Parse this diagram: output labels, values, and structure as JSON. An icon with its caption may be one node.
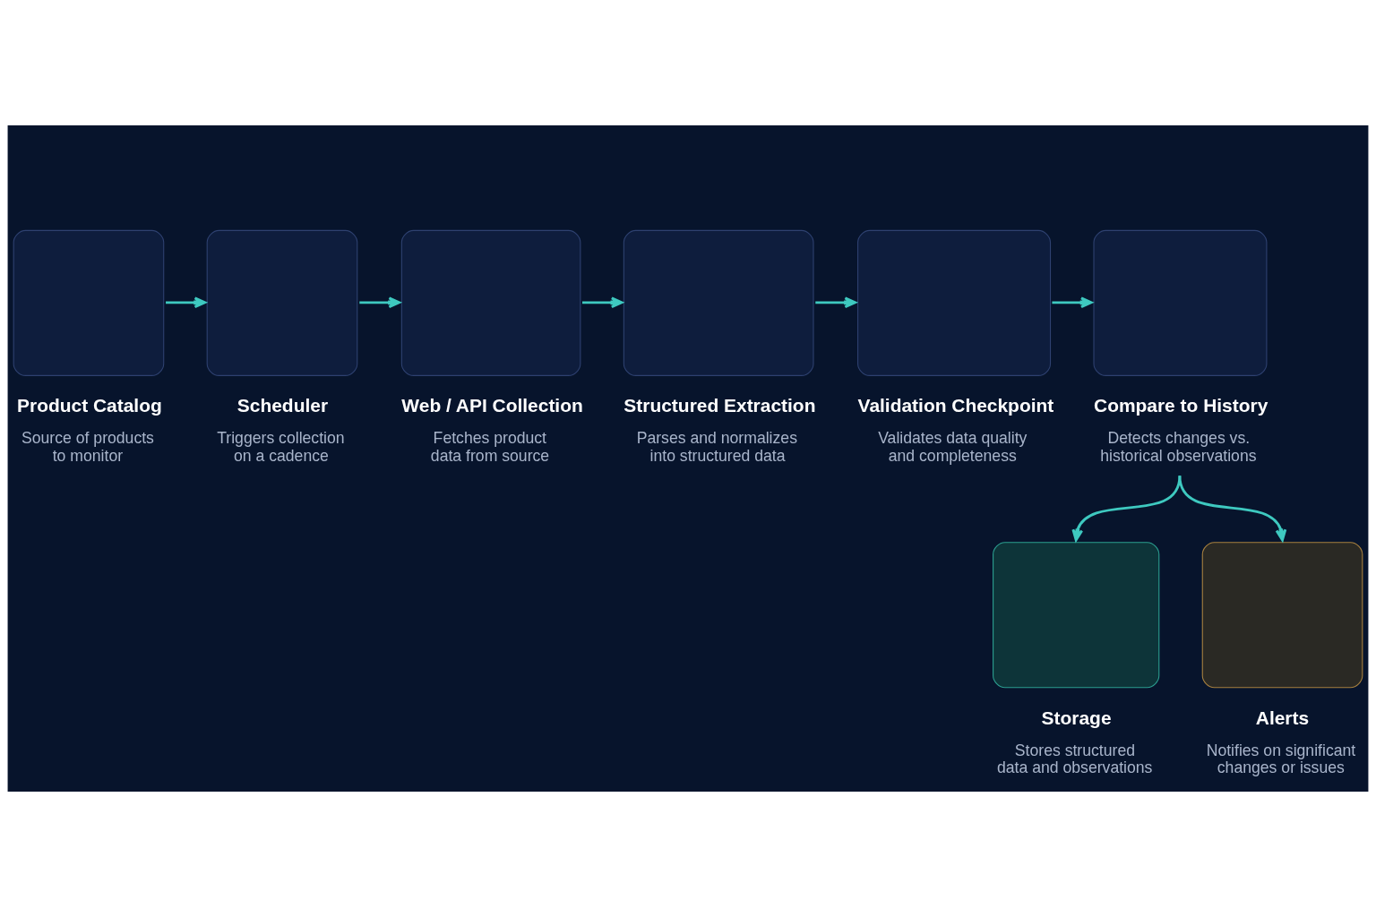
{
  "diagram": {
    "nodes": [
      {
        "text": [
          "Product Catalog",
          "Source of products to monitor"
        ]
      },
      {
        "text": [
          "Scheduler",
          "Triggers collection on a cadence"
        ]
      },
      {
        "text": [
          "Web / API Collection",
          "Fetches product data from source"
        ]
      },
      {
        "text": [
          "Structured Extraction",
          "Parses and normalizes into structured data"
        ]
      },
      {
        "text": [
          "Validation Checkpoint",
          "Validates data quality and completeness"
        ]
      },
      {
        "text": [
          "Compare to History",
          "Detects changes vs. historical observations"
        ]
      },
      {
        "text": [
          "Storage",
          "Stores structured data and observations"
        ]
      },
      {
        "text": [
          "Alerts",
          "Notifies on significant changes or issues"
        ]
      }
    ],
    "edges": [
      {
        "from": 0,
        "to": 1,
        "arrow": "to"
      },
      {
        "from": 1,
        "to": 2,
        "arrow": "to"
      },
      {
        "from": 2,
        "to": 3,
        "arrow": "to"
      },
      {
        "from": 3,
        "to": 4,
        "arrow": "to"
      },
      {
        "from": 4,
        "to": 5,
        "arrow": "to"
      },
      {
        "from": 5,
        "to": 6,
        "arrow": "to"
      },
      {
        "from": 5,
        "to": 7,
        "arrow": "to"
      }
    ]
  }
}
